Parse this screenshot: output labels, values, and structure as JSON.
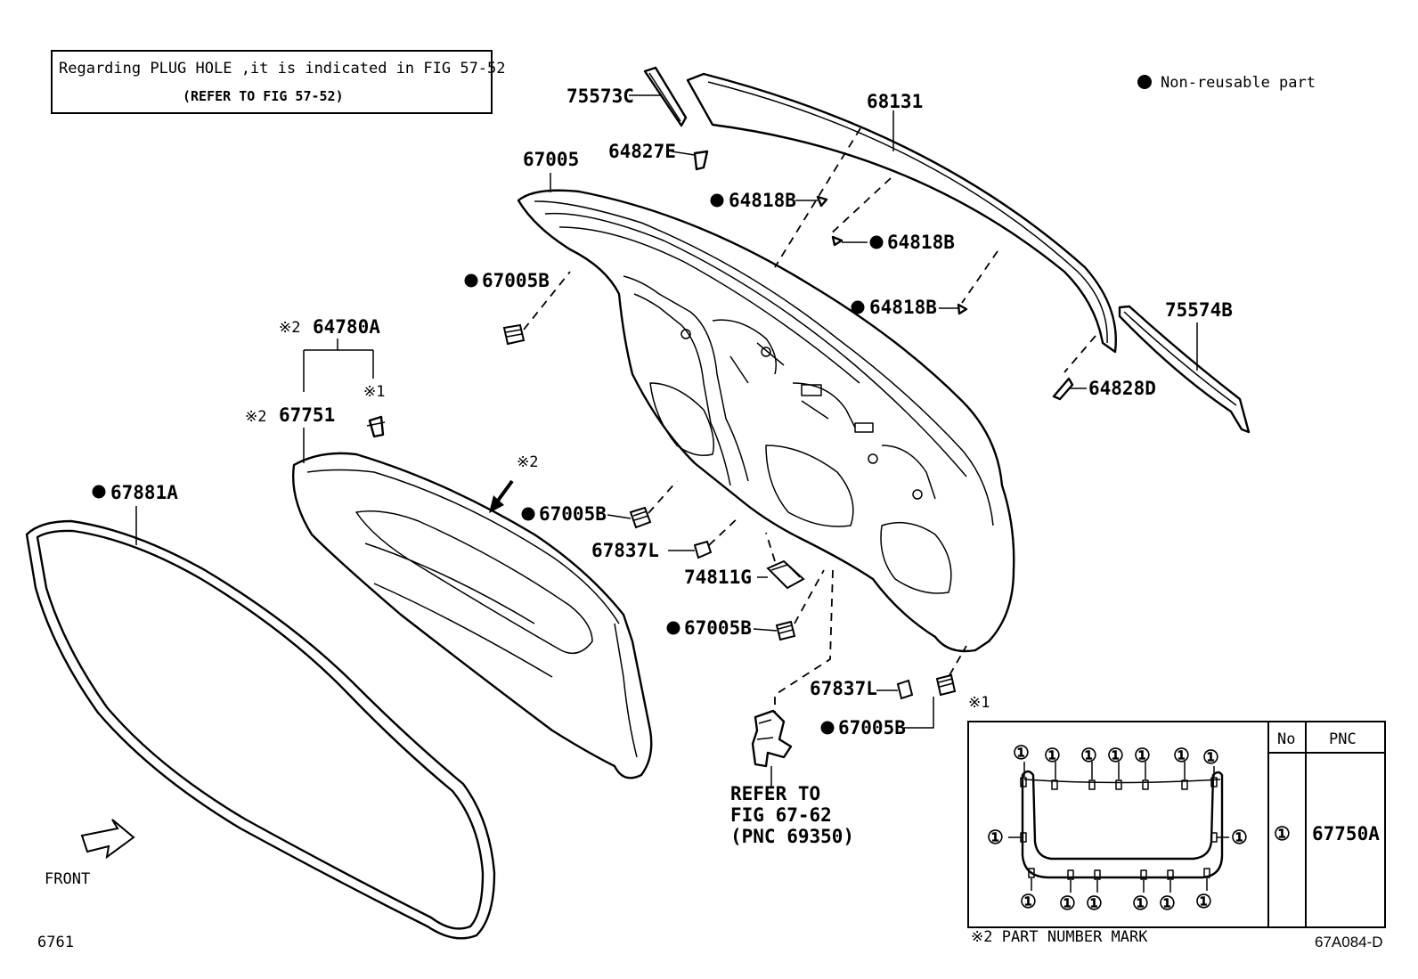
{
  "note_box": {
    "line1": "Regarding PLUG HOLE ,it is indicated in FIG 57-52",
    "line2": "(REFER TO FIG 57-52)"
  },
  "legend": {
    "non_reusable_label": "Non-reusable part"
  },
  "part_labels": {
    "p75573C": "75573C",
    "p68131": "68131",
    "p64827E": "64827E",
    "p67005": "67005",
    "p64818B_1": "64818B",
    "p64818B_2": "64818B",
    "p64818B_3": "64818B",
    "p67005B_1": "67005B",
    "p67005B_2": "67005B",
    "p67005B_3": "67005B",
    "p67005B_4": "67005B",
    "p75574B": "75574B",
    "p64828D": "64828D",
    "p64780A": "64780A",
    "p67751": "67751",
    "p67881A": "67881A",
    "p67837L_1": "67837L",
    "p67837L_2": "67837L",
    "p74811G": "74811G"
  },
  "marks": {
    "ref1": "※1",
    "ref2": "※2",
    "ref2_arrow": "※2"
  },
  "refer": {
    "line1": "REFER TO",
    "line2": "FIG 67-62",
    "line3": "(PNC 69350)"
  },
  "front_label": "FRONT",
  "footer": {
    "left_code": "6761",
    "right_code": "67A084-D",
    "part_number_mark": "※2 PART NUMBER MARK"
  },
  "detail_table": {
    "title_mark": "※1",
    "col_no": "No",
    "col_pnc": "PNC",
    "row_no": "①",
    "row_pnc": "67750A",
    "callout": "①"
  }
}
